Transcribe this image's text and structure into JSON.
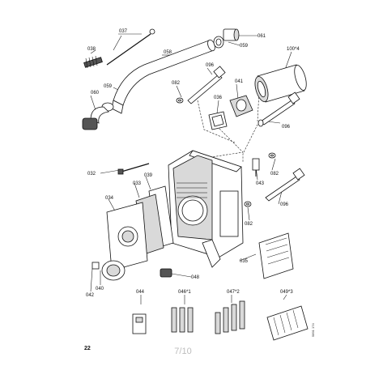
{
  "page": {
    "number": "22",
    "counter": "7/10",
    "reference": "5891 174"
  },
  "callouts": [
    {
      "id": "c037",
      "text": "037"
    },
    {
      "id": "c038",
      "text": "038"
    },
    {
      "id": "c058",
      "text": "058"
    },
    {
      "id": "c059a",
      "text": "059"
    },
    {
      "id": "c060",
      "text": "060"
    },
    {
      "id": "c061",
      "text": "061"
    },
    {
      "id": "c059b",
      "text": "059"
    },
    {
      "id": "c096a",
      "text": "096"
    },
    {
      "id": "c100",
      "text": "100*4"
    },
    {
      "id": "c082a",
      "text": "082"
    },
    {
      "id": "c041",
      "text": "041"
    },
    {
      "id": "c036",
      "text": "036"
    },
    {
      "id": "c096b",
      "text": "096"
    },
    {
      "id": "c032",
      "text": "032"
    },
    {
      "id": "c039",
      "text": "039"
    },
    {
      "id": "c033",
      "text": "033"
    },
    {
      "id": "c034",
      "text": "034"
    },
    {
      "id": "c082b",
      "text": "082"
    },
    {
      "id": "c043",
      "text": "043"
    },
    {
      "id": "c096c",
      "text": "096"
    },
    {
      "id": "c082c",
      "text": "082"
    },
    {
      "id": "c035",
      "text": "035"
    },
    {
      "id": "c048",
      "text": "048"
    },
    {
      "id": "c040",
      "text": "040"
    },
    {
      "id": "c042",
      "text": "042"
    },
    {
      "id": "c044",
      "text": "044"
    },
    {
      "id": "c046",
      "text": "046*1"
    },
    {
      "id": "c047",
      "text": "047*2"
    },
    {
      "id": "c049",
      "text": "049*3"
    }
  ]
}
